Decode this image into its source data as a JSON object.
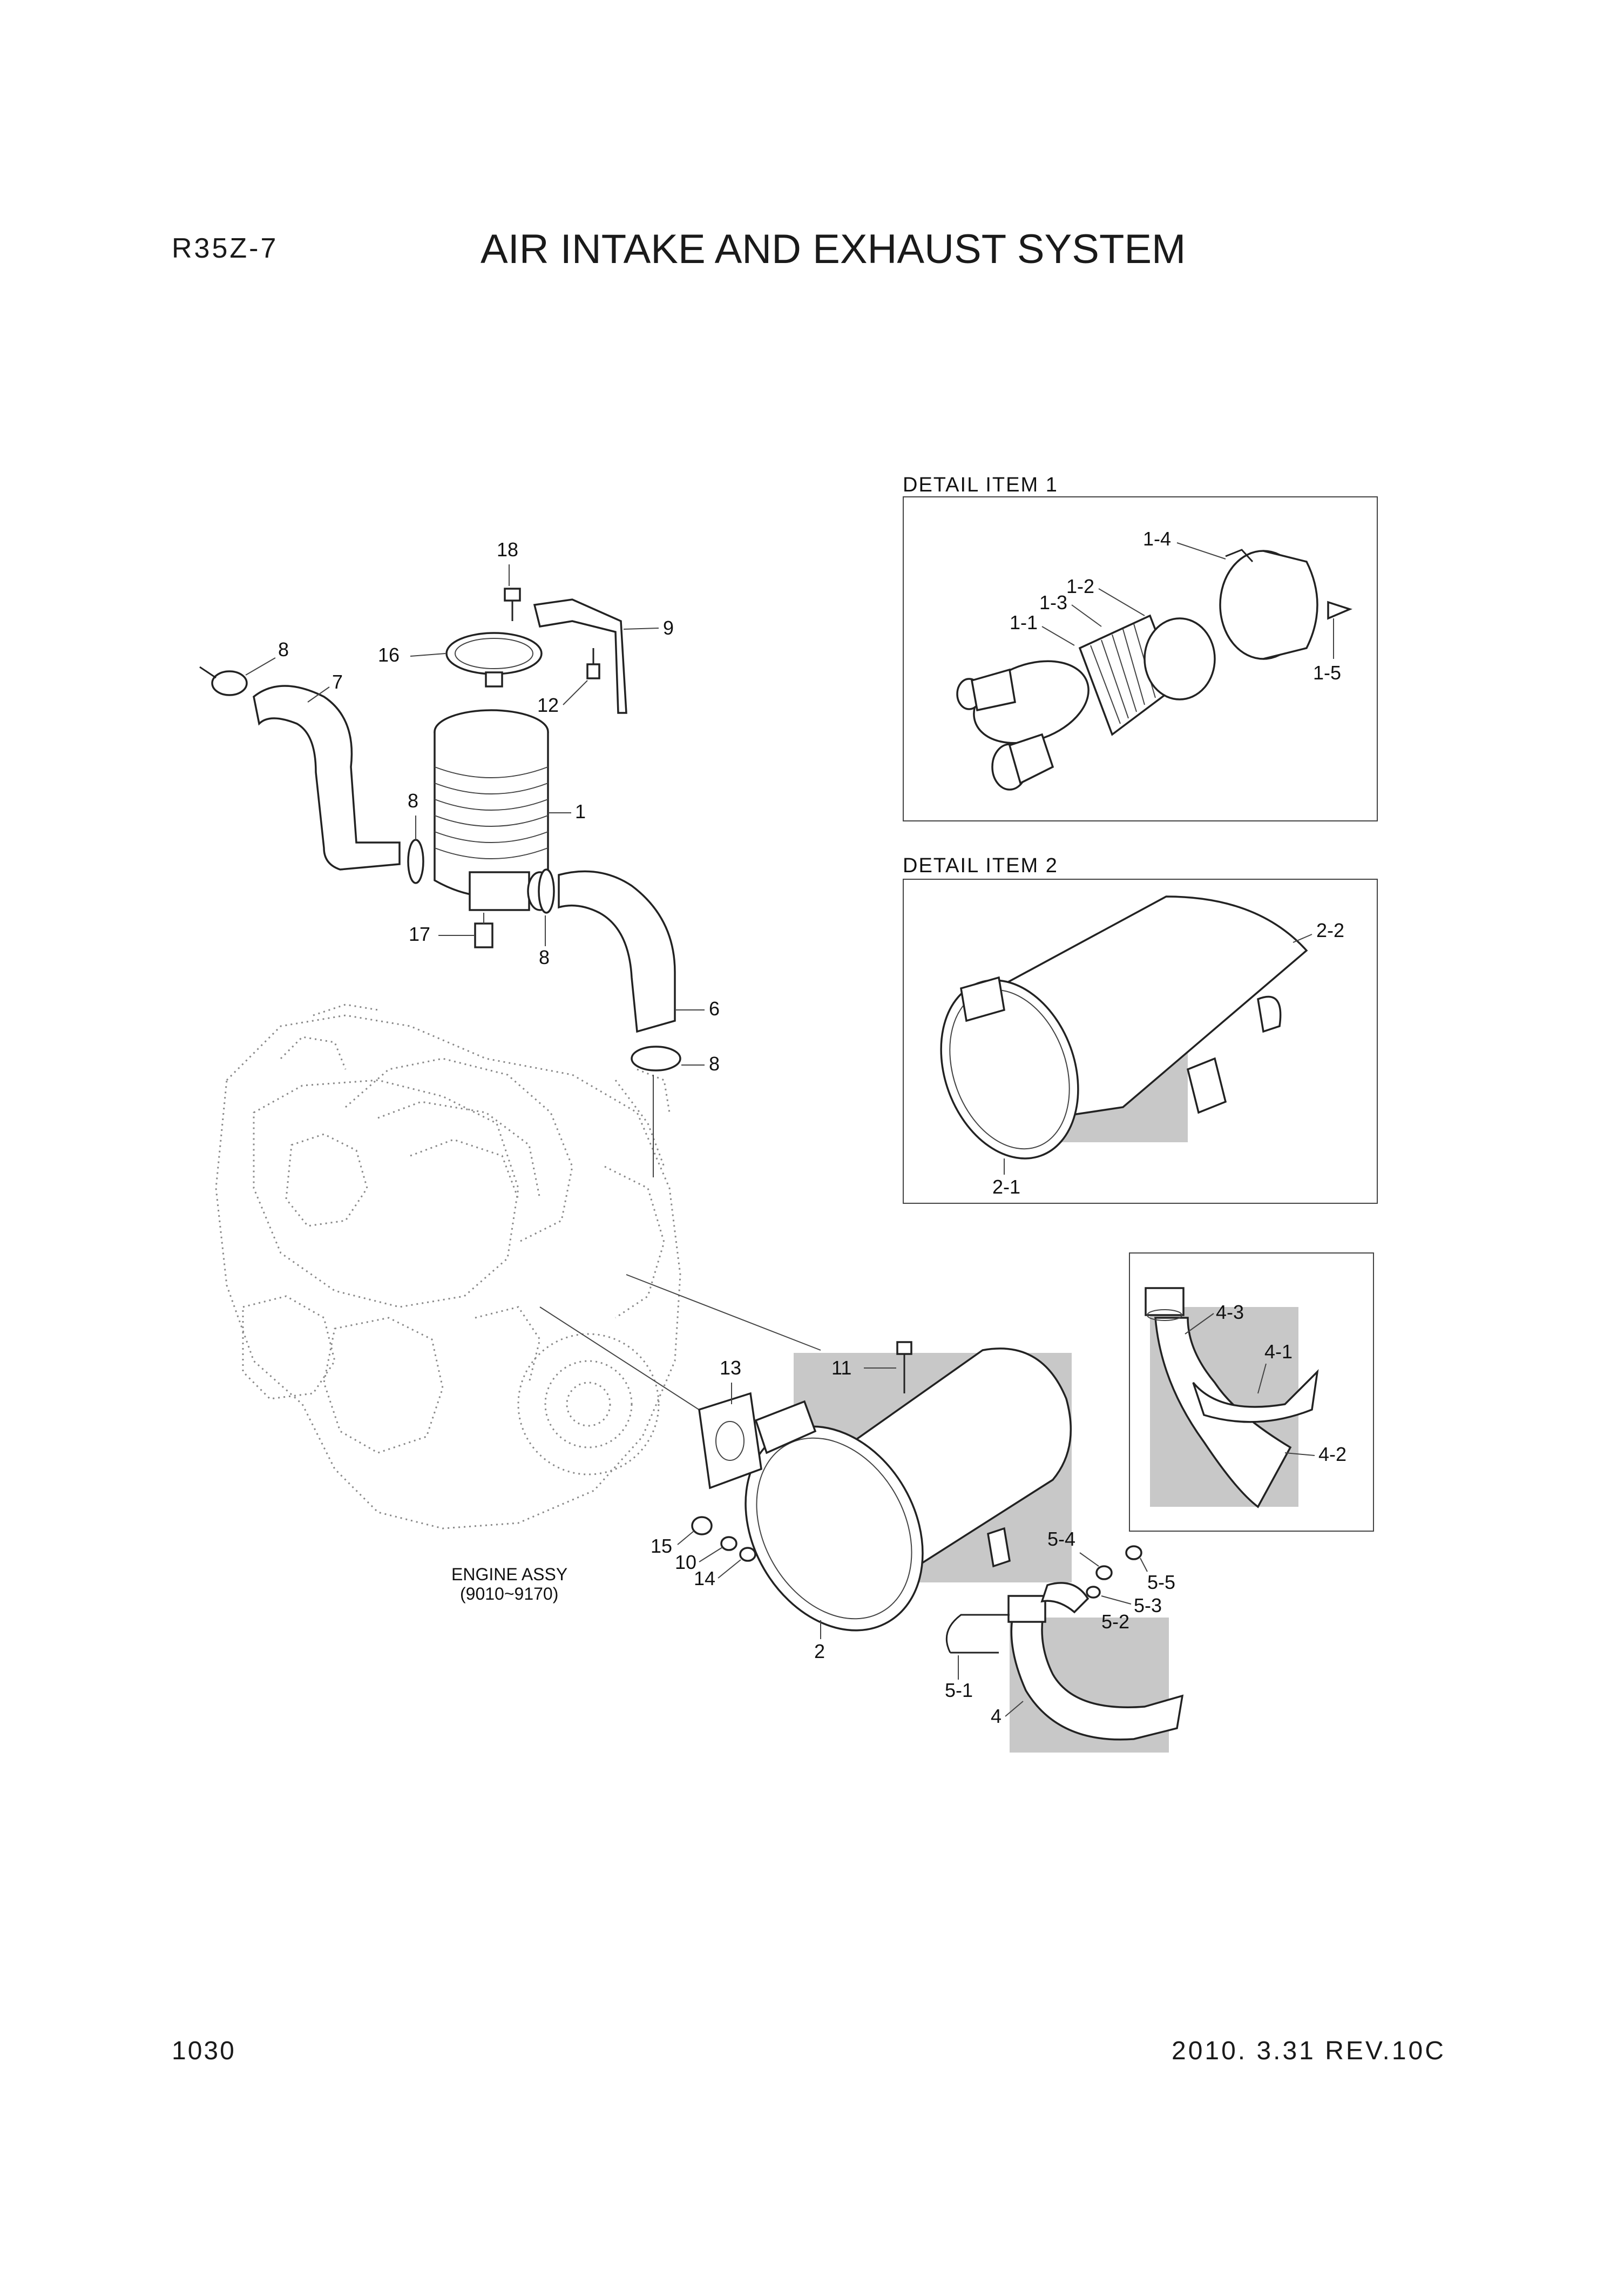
{
  "header": {
    "model": "R35Z-7",
    "title": "AIR INTAKE AND EXHAUST SYSTEM"
  },
  "footer": {
    "page_number": "1030",
    "revision": "2010. 3.31  REV.10C"
  },
  "details": {
    "item1_caption": "DETAIL ITEM 1",
    "item2_caption": "DETAIL ITEM 2"
  },
  "engine": {
    "label_line1": "ENGINE ASSY",
    "label_line2": "(9010~9170)"
  },
  "callouts": {
    "c18": "18",
    "c16": "16",
    "c9": "9",
    "c12": "12",
    "c8a": "8",
    "c7": "7",
    "c1": "1",
    "c8b": "8",
    "c17": "17",
    "c8c": "8",
    "c6": "6",
    "c8d": "8",
    "c13": "13",
    "c11": "11",
    "c15": "15",
    "c10": "10",
    "c14": "14",
    "c2": "2",
    "c5_4": "5-4",
    "c5_5": "5-5",
    "c5_3": "5-3",
    "c5_2": "5-2",
    "c5_1": "5-1",
    "c4": "4",
    "d1_4": "1-4",
    "d1_2": "1-2",
    "d1_3": "1-3",
    "d1_1": "1-1",
    "d1_5": "1-5",
    "d2_2": "2-2",
    "d2_1": "2-1",
    "d4_3": "4-3",
    "d4_1": "4-1",
    "d4_2": "4-2"
  }
}
